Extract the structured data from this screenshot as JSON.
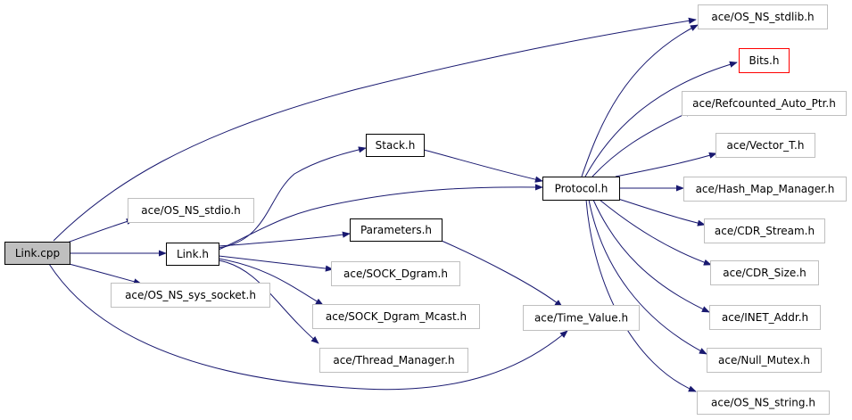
{
  "colors": {
    "edge": "#191970",
    "node_fill": "#ffffff",
    "root_fill": "#bfbfbf",
    "border_documented": "#000000",
    "border_external": "#bfbfbf",
    "border_undocumented": "#ff0000"
  },
  "nodes": {
    "link_cpp": {
      "label": "Link.cpp",
      "kind": "root"
    },
    "os_ns_stdio": {
      "label": "ace/OS_NS_stdio.h",
      "kind": "external"
    },
    "link_h": {
      "label": "Link.h",
      "kind": "documented"
    },
    "os_ns_sys_socket": {
      "label": "ace/OS_NS_sys_socket.h",
      "kind": "external"
    },
    "stack_h": {
      "label": "Stack.h",
      "kind": "documented"
    },
    "parameters_h": {
      "label": "Parameters.h",
      "kind": "documented"
    },
    "sock_dgram": {
      "label": "ace/SOCK_Dgram.h",
      "kind": "external"
    },
    "sock_dgram_mcast": {
      "label": "ace/SOCK_Dgram_Mcast.h",
      "kind": "external"
    },
    "thread_manager": {
      "label": "ace/Thread_Manager.h",
      "kind": "external"
    },
    "protocol_h": {
      "label": "Protocol.h",
      "kind": "documented"
    },
    "time_value": {
      "label": "ace/Time_Value.h",
      "kind": "external"
    },
    "os_ns_stdlib": {
      "label": "ace/OS_NS_stdlib.h",
      "kind": "external"
    },
    "bits_h": {
      "label": "Bits.h",
      "kind": "undocumented"
    },
    "refcounted_auto_ptr": {
      "label": "ace/Refcounted_Auto_Ptr.h",
      "kind": "external"
    },
    "vector_t": {
      "label": "ace/Vector_T.h",
      "kind": "external"
    },
    "hash_map_manager": {
      "label": "ace/Hash_Map_Manager.h",
      "kind": "external"
    },
    "cdr_stream": {
      "label": "ace/CDR_Stream.h",
      "kind": "external"
    },
    "cdr_size": {
      "label": "ace/CDR_Size.h",
      "kind": "external"
    },
    "inet_addr": {
      "label": "ace/INET_Addr.h",
      "kind": "external"
    },
    "null_mutex": {
      "label": "ace/Null_Mutex.h",
      "kind": "external"
    },
    "os_ns_string": {
      "label": "ace/OS_NS_string.h",
      "kind": "external"
    }
  },
  "edges": [
    {
      "from": "link_cpp",
      "to": "os_ns_stdlib"
    },
    {
      "from": "link_cpp",
      "to": "os_ns_stdio"
    },
    {
      "from": "link_cpp",
      "to": "link_h"
    },
    {
      "from": "link_cpp",
      "to": "os_ns_sys_socket"
    },
    {
      "from": "link_cpp",
      "to": "time_value"
    },
    {
      "from": "link_h",
      "to": "stack_h"
    },
    {
      "from": "link_h",
      "to": "protocol_h"
    },
    {
      "from": "link_h",
      "to": "parameters_h"
    },
    {
      "from": "link_h",
      "to": "sock_dgram"
    },
    {
      "from": "link_h",
      "to": "sock_dgram_mcast"
    },
    {
      "from": "link_h",
      "to": "thread_manager"
    },
    {
      "from": "stack_h",
      "to": "protocol_h"
    },
    {
      "from": "parameters_h",
      "to": "time_value"
    },
    {
      "from": "protocol_h",
      "to": "os_ns_stdlib"
    },
    {
      "from": "protocol_h",
      "to": "bits_h"
    },
    {
      "from": "protocol_h",
      "to": "refcounted_auto_ptr"
    },
    {
      "from": "protocol_h",
      "to": "vector_t"
    },
    {
      "from": "protocol_h",
      "to": "hash_map_manager"
    },
    {
      "from": "protocol_h",
      "to": "cdr_stream"
    },
    {
      "from": "protocol_h",
      "to": "cdr_size"
    },
    {
      "from": "protocol_h",
      "to": "inet_addr"
    },
    {
      "from": "protocol_h",
      "to": "null_mutex"
    },
    {
      "from": "protocol_h",
      "to": "os_ns_string"
    }
  ]
}
